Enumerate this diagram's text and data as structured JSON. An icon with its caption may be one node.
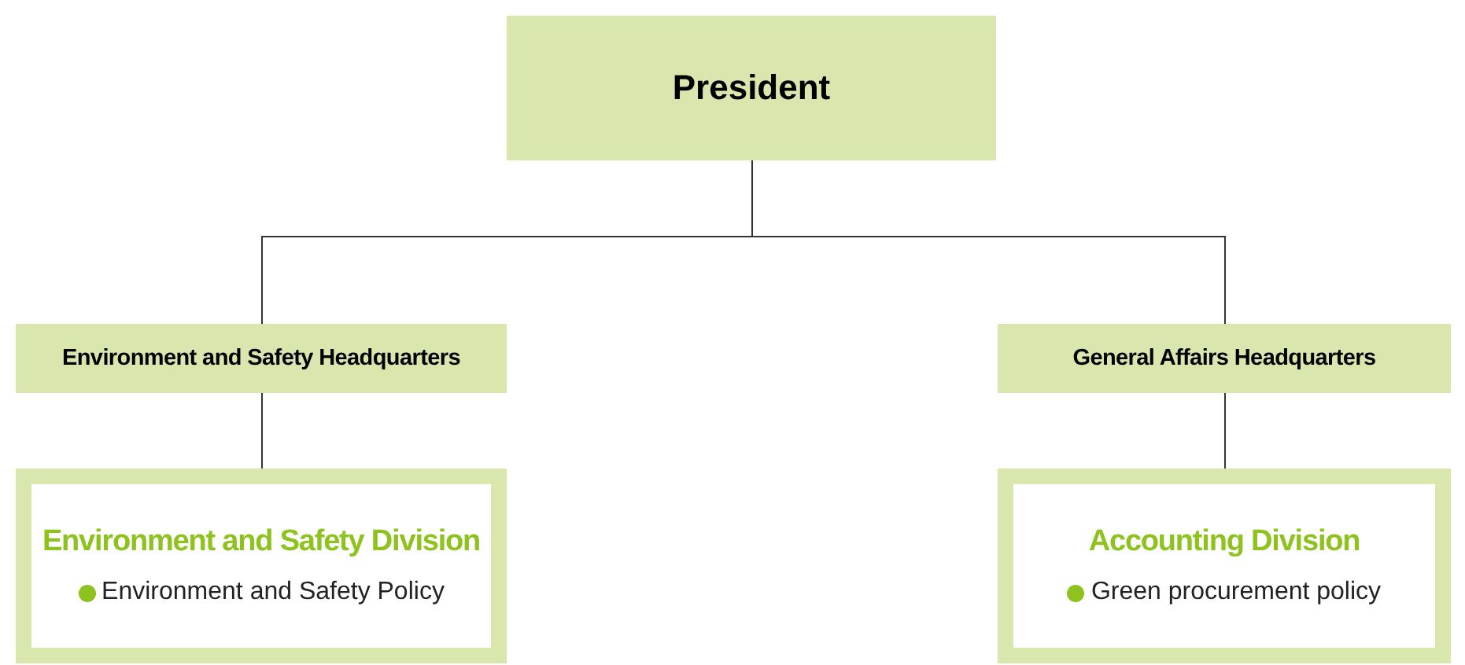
{
  "diagram": {
    "nodes": [
      {
        "text": [
          "President"
        ]
      },
      {
        "text": [
          "Environment and Safety Headquarters"
        ]
      },
      {
        "text": [
          "General Affairs Headquarters"
        ]
      },
      {
        "text": [
          "Environment and Safety Division",
          "Environment and Safety Policy"
        ]
      },
      {
        "text": [
          "Accounting Division",
          "Green procurement policy"
        ]
      }
    ],
    "edges": [
      {
        "from": 0,
        "to": 1,
        "arrow": "none"
      },
      {
        "from": 0,
        "to": 2,
        "arrow": "none"
      },
      {
        "from": 1,
        "to": 3,
        "arrow": "none"
      },
      {
        "from": 2,
        "to": 4,
        "arrow": "none"
      }
    ]
  }
}
